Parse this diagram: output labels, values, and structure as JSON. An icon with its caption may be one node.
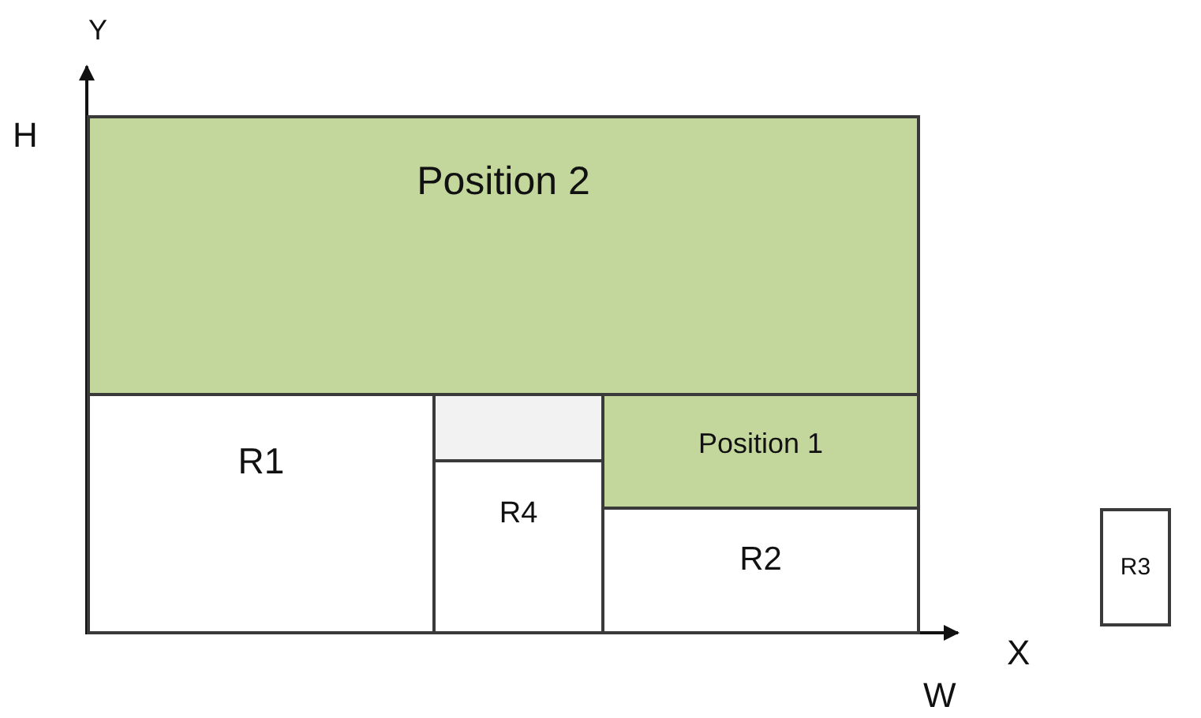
{
  "diagram": {
    "nodes": [
      {
        "text": [
          "Position 2"
        ]
      },
      {
        "text": [
          "R1"
        ]
      },
      {
        "text": [],
        "shape": "box"
      },
      {
        "text": [
          "Position 1"
        ]
      },
      {
        "text": [
          "R4"
        ]
      },
      {
        "text": [
          "R2"
        ]
      },
      {
        "text": [
          "R3"
        ]
      }
    ],
    "labels": [
      "Y",
      "H",
      "X",
      "W"
    ]
  }
}
